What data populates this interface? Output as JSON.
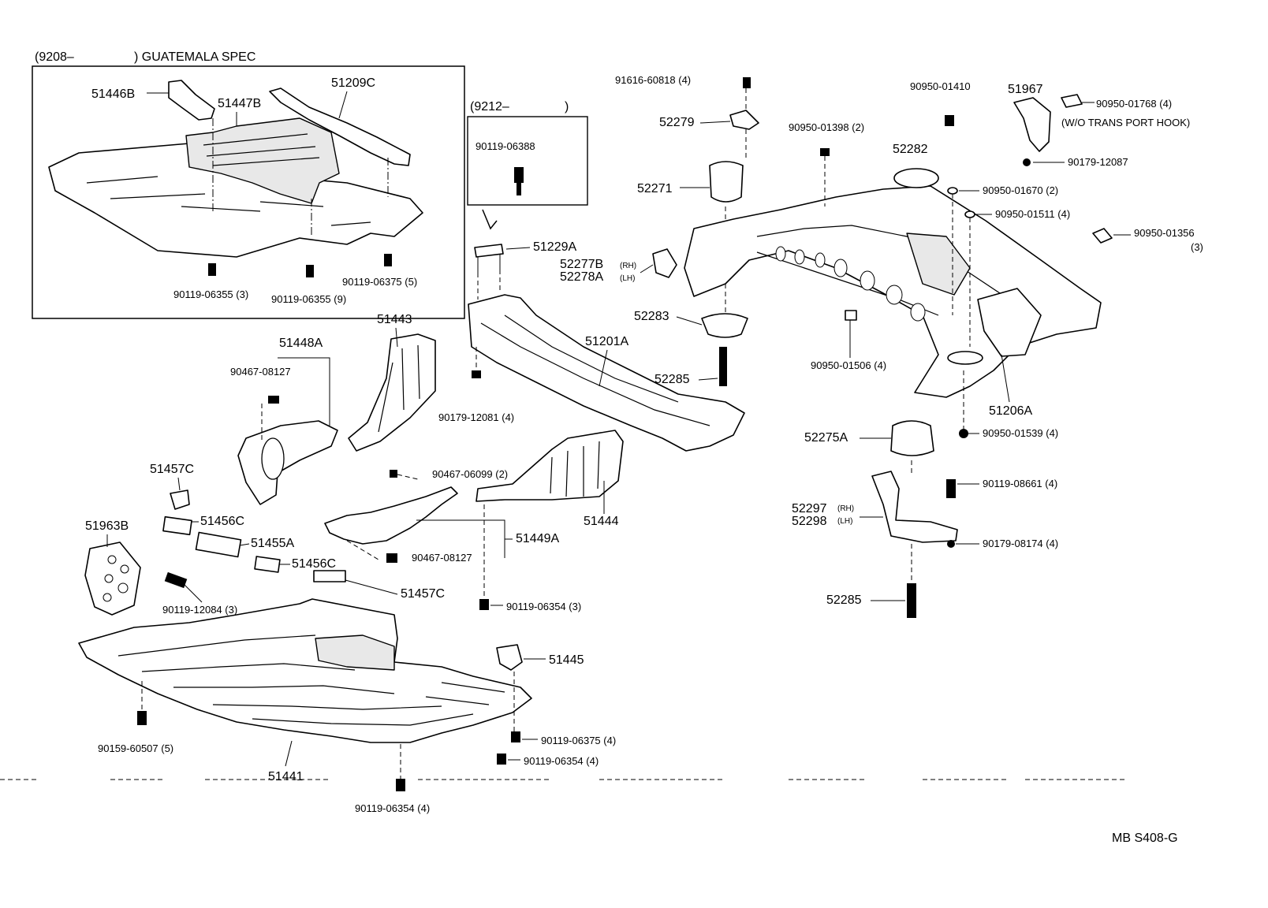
{
  "header": {
    "spec_open": "(9208–",
    "spec_name": ") GUATEMALA SPEC",
    "spec_9212_open": "(9212–",
    "spec_9212_close": ")"
  },
  "footer": {
    "code": "MB S408-G"
  },
  "labels": {
    "p51446B": "51446B",
    "p51447B": "51447B",
    "p51209C": "51209C",
    "p90119_06355_3": "90119-06355 (3)",
    "p90119_06355_9": "90119-06355 (9)",
    "p90119_06375_5": "90119-06375 (5)",
    "p90119_06388": "90119-06388",
    "p51229A": "51229A",
    "p91616_60818": "91616-60818 (4)",
    "p52279": "52279",
    "p52271": "52271",
    "p52277B": "52277B",
    "p52277B_side": "(RH)",
    "p52278A": "52278A",
    "p52278A_side": "(LH)",
    "p52283": "52283",
    "p52285_top": "52285",
    "p51201A": "51201A",
    "p90179_12081": "90179-12081 (4)",
    "p90950_01410": "90950-01410",
    "p90950_01398": "90950-01398 (2)",
    "p52282": "52282",
    "p51967": "51967",
    "p90950_01768": "90950-01768 (4)",
    "p_wo_hook": "(W/O TRANS PORT HOOK)",
    "p90179_12087": "90179-12087",
    "p90950_01670": "90950-01670 (2)",
    "p90950_01511": "90950-01511 (4)",
    "p90950_01356": "90950-01356",
    "p90950_01356_qty": "(3)",
    "p90950_01506": "90950-01506 (4)",
    "p51206A": "51206A",
    "p52275A": "52275A",
    "p90950_01539": "90950-01539 (4)",
    "p90119_08661": "90119-08661 (4)",
    "p52297": "52297",
    "p52297_side": "(RH)",
    "p52298": "52298",
    "p52298_side": "(LH)",
    "p90179_08174": "90179-08174 (4)",
    "p52285_bottom": "52285",
    "p51443": "51443",
    "p51448A": "51448A",
    "p90467_08127_top": "90467-08127",
    "p51457C_top": "51457C",
    "p51456C_top": "51456C",
    "p51455A": "51455A",
    "p51456C_bottom": "51456C",
    "p51457C_bottom": "51457C",
    "p51963B": "51963B",
    "p90119_12084": "90119-12084 (3)",
    "p90467_06099": "90467-06099 (2)",
    "p51444": "51444",
    "p51449A": "51449A",
    "p90467_08127_bottom": "90467-08127",
    "p90119_06354_mid": "90119-06354 (3)",
    "p51445": "51445",
    "p90119_06375_4": "90119-06375 (4)",
    "p90119_06354_4a": "90119-06354 (4)",
    "p90159_60507": "90159-60507 (5)",
    "p51441": "51441",
    "p90119_06354_4b": "90119-06354 (4)"
  }
}
